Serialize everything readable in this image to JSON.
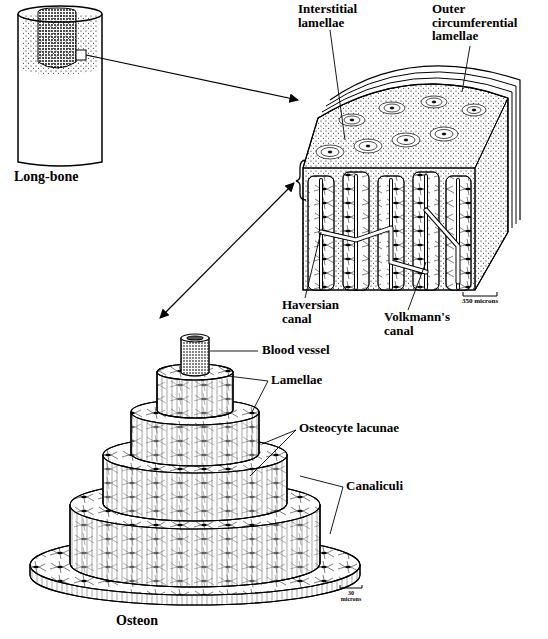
{
  "diagram": {
    "labels": [
      "Long-bone",
      "Interstitial lamellae",
      "Outer circumferential lamellae",
      "Haversian canal",
      "Volkmann's canal",
      "350 microns",
      "Blood vessel",
      "Lamellae",
      "Osteocyte lacunae",
      "Canaliculi",
      "30 microns",
      "Osteon"
    ]
  }
}
